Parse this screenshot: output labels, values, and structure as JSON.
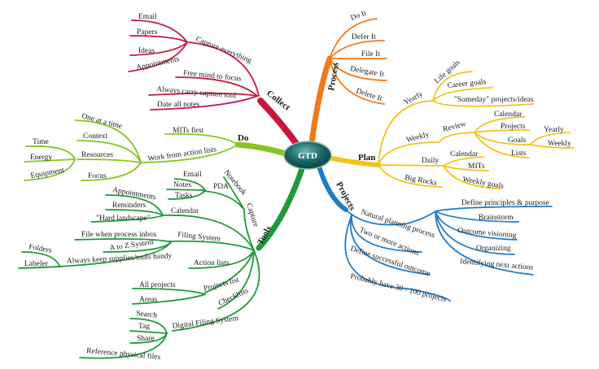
{
  "center": "GTD",
  "colors": {
    "collect": "#c8173a",
    "do": "#86c51e",
    "tools": "#1d9a3a",
    "process": "#ef7a1a",
    "plan": "#f0c51c",
    "projects": "#1f7cc6",
    "center": "#1d5e5e"
  },
  "collect": {
    "label": "Collect",
    "children": [
      {
        "label": "Capture everything",
        "children": [
          "Email",
          "Papers",
          "Ideas",
          "Appointments"
        ]
      },
      {
        "label": "Free mind to focus"
      },
      {
        "label": "Always carry capture tool"
      },
      {
        "label": "Date all notes"
      }
    ]
  },
  "do": {
    "label": "Do",
    "children": [
      {
        "label": "MITs first"
      },
      {
        "label": "Work from action lists",
        "children": [
          {
            "label": "One at a time"
          },
          {
            "label": "Context"
          },
          {
            "label": "Resources",
            "children": [
              "Time",
              "Energy",
              "Equipment"
            ]
          },
          {
            "label": "Focus"
          }
        ]
      }
    ]
  },
  "tools": {
    "label": "Tools",
    "children": [
      {
        "label": "Capture",
        "children": [
          {
            "label": "Notebook"
          },
          {
            "label": "PDA",
            "children": [
              "Email",
              "Notes",
              "Tasks"
            ]
          }
        ]
      },
      {
        "label": "Calendar",
        "children": [
          "Appointments",
          "Reminders",
          "\"Hard landscape\""
        ]
      },
      {
        "label": "Filing System",
        "children": [
          {
            "label": "File when process inbox"
          },
          {
            "label": "A to Z System"
          },
          {
            "label": "Always keep supplies/tools handy",
            "children": [
              "Folders",
              "Labeler"
            ]
          }
        ]
      },
      {
        "label": "Action lists"
      },
      {
        "label": "Projects list",
        "children": [
          "All projects",
          "Areas"
        ]
      },
      {
        "label": "Checklists"
      },
      {
        "label": "Digital Filing System",
        "children": [
          "Search",
          "Tag",
          "Share",
          "Reference physical files"
        ]
      }
    ]
  },
  "process": {
    "label": "Process",
    "children": [
      "Do It",
      "Defer It",
      "File It",
      "Delegate It",
      "Delete It"
    ]
  },
  "plan": {
    "label": "Plan",
    "children": [
      {
        "label": "Yearly",
        "children": [
          "Life goals",
          "Career goals",
          "\"Someday\" projects/ideas"
        ]
      },
      {
        "label": "Weekly",
        "children": [
          {
            "label": "Review",
            "children": [
              {
                "label": "Calendar"
              },
              {
                "label": "Projects"
              },
              {
                "label": "Goals",
                "children": [
                  "Yearly",
                  "Weekly"
                ]
              },
              {
                "label": "Lists"
              }
            ]
          }
        ]
      },
      {
        "label": "Daily",
        "children": [
          "Calendar",
          "MITs",
          "Weekly goals"
        ]
      },
      {
        "label": "Big Rocks"
      }
    ]
  },
  "projects": {
    "label": "Projects",
    "children": [
      {
        "label": "Natural planning process",
        "children": [
          "Define principles & purpose",
          "Brainstorm",
          "Outcome visioning",
          "Organizing",
          "Identifying next actions"
        ]
      },
      {
        "label": "Two or more actions"
      },
      {
        "label": "Define successful outcome"
      },
      {
        "label": "Probably have 30 - 100 projects"
      }
    ]
  }
}
